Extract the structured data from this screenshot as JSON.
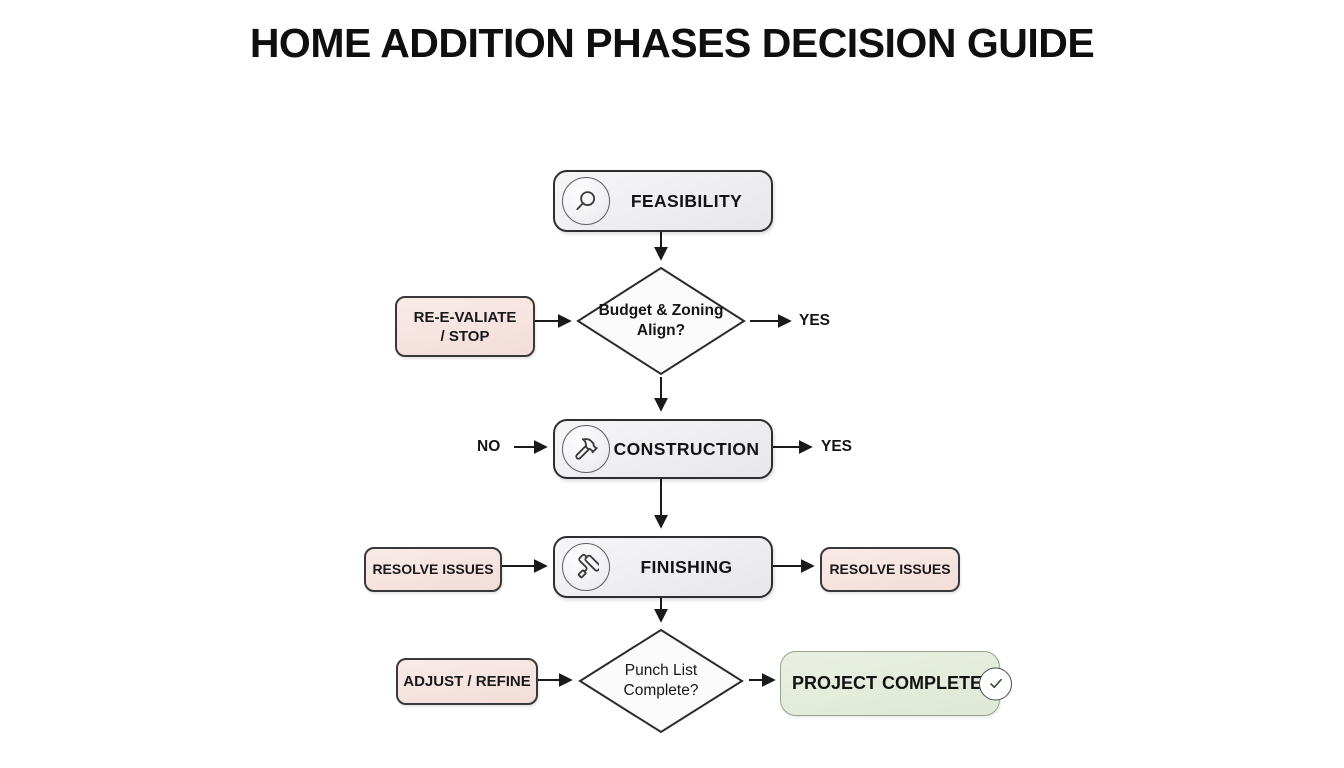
{
  "title": "HOME ADDITION PHASES DECISION GUIDE",
  "flow": {
    "feasibility": {
      "label": "FEASIBILITY",
      "icon": "magnifier-icon"
    },
    "decision_budget": {
      "line1": "Budget & Zoning",
      "line2": "Align?",
      "yes_label": "YES"
    },
    "reevaluate": {
      "line1": "RE-E-VALIATE",
      "line2": "/ STOP"
    },
    "construction": {
      "label": "CONSTRUCTION",
      "icon": "hammer-icon",
      "no_label": "NO",
      "yes_label": "YES"
    },
    "finishing": {
      "label": "FINISHING",
      "icon": "paint-roller-icon"
    },
    "resolve_issues_left": "RESOLVE ISSUES",
    "resolve_issues_right": "RESOLVE ISSUES",
    "adjust_refine": "ADJUST / REFINE",
    "decision_punch": {
      "line1": "Punch List",
      "line2": "Complete?"
    },
    "project_complete": {
      "label": "PROJECT COMPLETE!",
      "icon": "check-circle-icon"
    }
  },
  "colors": {
    "phase_fill": "#ececef",
    "phase_border": "#2e2e30",
    "pink_fill": "#f6e4e0",
    "pink_border": "#39393b",
    "green_fill": "#e4ecdc",
    "green_border": "#98a28e",
    "diamond_fill": "#fbfbfc",
    "arrow": "#1a1a1a",
    "text": "#161616"
  }
}
